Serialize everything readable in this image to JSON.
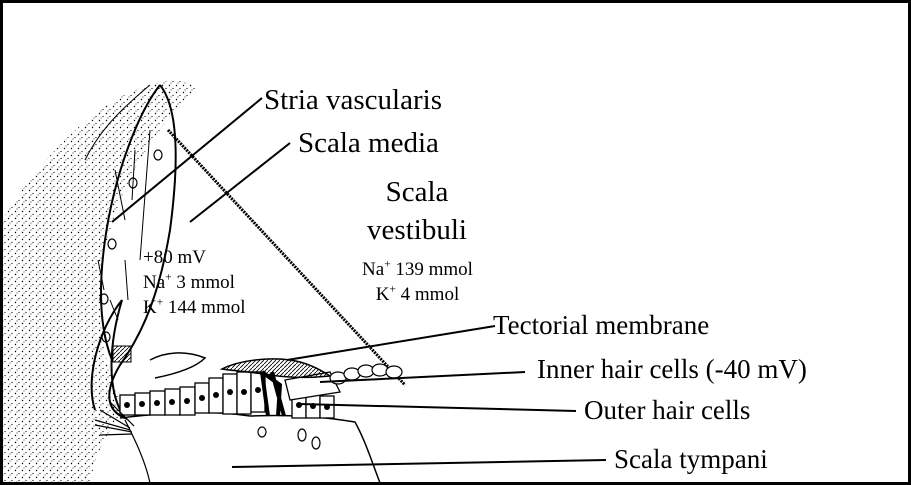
{
  "labels": {
    "stria_vascularis": "Stria vascularis",
    "scala_media": "Scala media",
    "scala_vestibuli_line1": "Scala",
    "scala_vestibuli_line2": "vestibuli",
    "tectorial_membrane": "Tectorial membrane",
    "inner_hair_cells": "Inner hair cells (-40 mV)",
    "outer_hair_cells": "Outer hair cells",
    "scala_tympani": "Scala tympani"
  },
  "scala_media_values": {
    "potential": "+80 mV",
    "na_ion": "Na",
    "na_charge": "+",
    "na_value": " 3 mmol",
    "k_ion": "K",
    "k_charge": "+",
    "k_value": " 144 mmol"
  },
  "scala_vestibuli_values": {
    "na_ion": "Na",
    "na_charge": "+",
    "na_value": " 139 mmol",
    "k_ion": "K",
    "k_charge": "+",
    "k_value": " 4 mmol"
  },
  "colors": {
    "ink": "#000000",
    "background": "#ffffff"
  }
}
